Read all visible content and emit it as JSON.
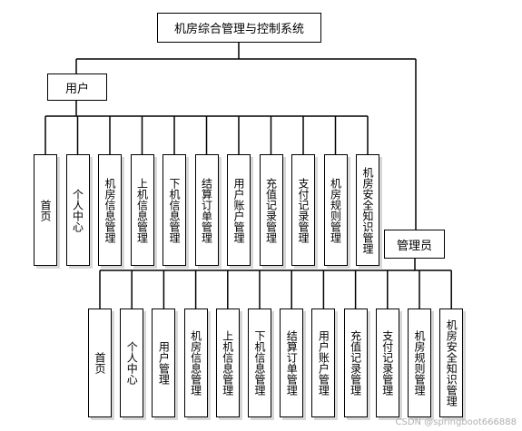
{
  "title": "机房综合管理与控制系统",
  "user": {
    "label": "用户",
    "children": [
      "首页",
      "个人中心",
      "机房信息管理",
      "上机信息管理",
      "下机信息管理",
      "结算订单管理",
      "用户账户管理",
      "充值记录管理",
      "支付记录管理",
      "机房规则管理",
      "机房安全知识管理"
    ]
  },
  "admin": {
    "label": "管理员",
    "children": [
      "首页",
      "个人中心",
      "用户管理",
      "机房信息管理",
      "上机信息管理",
      "下机信息管理",
      "结算订单管理",
      "用户账户管理",
      "充值记录管理",
      "支付记录管理",
      "机房规则管理",
      "机房安全知识管理"
    ]
  },
  "watermark": "CSDN @springboot666888"
}
